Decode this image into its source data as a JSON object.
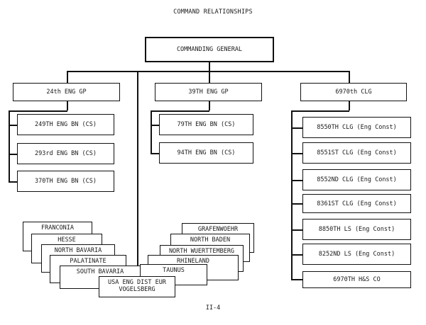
{
  "page_title": "COMMAND RELATIONSHIPS",
  "commanding_general": "COMMANDING GENERAL",
  "groups": {
    "eng24": {
      "label": "24th ENG GP",
      "units": [
        "249TH ENG BN (CS)",
        "293rd ENG BN (CS)",
        "370TH ENG BN (CS)"
      ]
    },
    "eng39": {
      "label": "39TH ENG GP",
      "units": [
        "79TH ENG BN (CS)",
        "94TH ENG BN (CS)"
      ]
    },
    "clg6970": {
      "label": "6970th CLG",
      "units": [
        "8550TH CLG (Eng Const)",
        "8551ST CLG (Eng Const)",
        "8552ND CLG (Eng Const)",
        "8361ST CLG (Eng Const)",
        "8850TH LS (Eng Const)",
        "8252ND LS (Eng Const)",
        "6970TH H&S CO"
      ]
    }
  },
  "districts": {
    "left": [
      "FRANCONIA",
      "HESSE",
      "NORTH BAVARIA",
      "PALATINATE",
      "SOUTH BAVARIA"
    ],
    "right": [
      "GRAFENWOEHR",
      "NORTH BADEN",
      "NORTH WUERTTEMBERG",
      "RHINELAND",
      "TAUNUS"
    ],
    "center": [
      "USA ENG DIST EUR",
      "VOGELSBERG"
    ]
  },
  "page_number": "II-4"
}
